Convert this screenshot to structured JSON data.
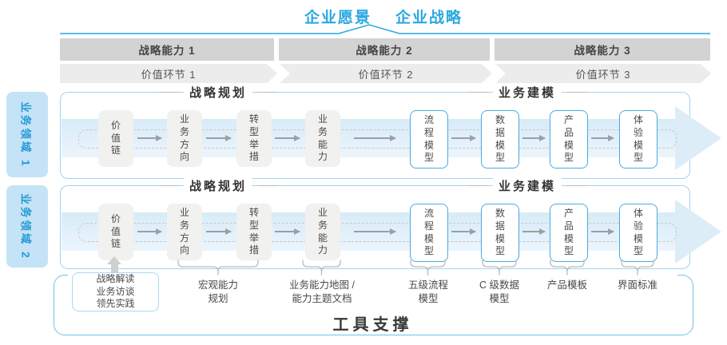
{
  "title": {
    "vision": "企业愿景",
    "strategy": "企业战略"
  },
  "capabilities": [
    "战略能力 1",
    "战略能力 2",
    "战略能力 3"
  ],
  "value_links": [
    "价值环节 1",
    "价值环节 2",
    "价值环节 3"
  ],
  "domains": [
    "业务领域 1",
    "业务领域 2"
  ],
  "rows": {
    "planning_header": "战略规划",
    "modeling_header": "业务建模",
    "planning_boxes": [
      "价值链",
      "业务方向",
      "转型举措",
      "业务能力"
    ],
    "modeling_boxes": [
      "流程模型",
      "数据模型",
      "产品模型",
      "体验模型"
    ]
  },
  "annotations": {
    "practice_box": "战略解读\n业务访谈\n领先实践",
    "labels": [
      "宏观能力\n规划",
      "业务能力地图 /\n能力主题文档",
      "五级流程\n模型",
      "C 级数据\n模型",
      "产品模板",
      "界面标准"
    ]
  },
  "footer": {
    "label": "工具支撑"
  },
  "colors": {
    "accent": "#29a7e0",
    "band_fill": "#dcedf8",
    "tab_fill": "#c5e3f6",
    "tab_text": "#2199d6",
    "box_gray": "#f1f1ef",
    "box_blue_border": "#4aabdc",
    "container_border": "#9ed4ef",
    "footer_border": "#6fc2e9",
    "gray_band": "#d3d3d3",
    "light_band": "#ececec"
  }
}
